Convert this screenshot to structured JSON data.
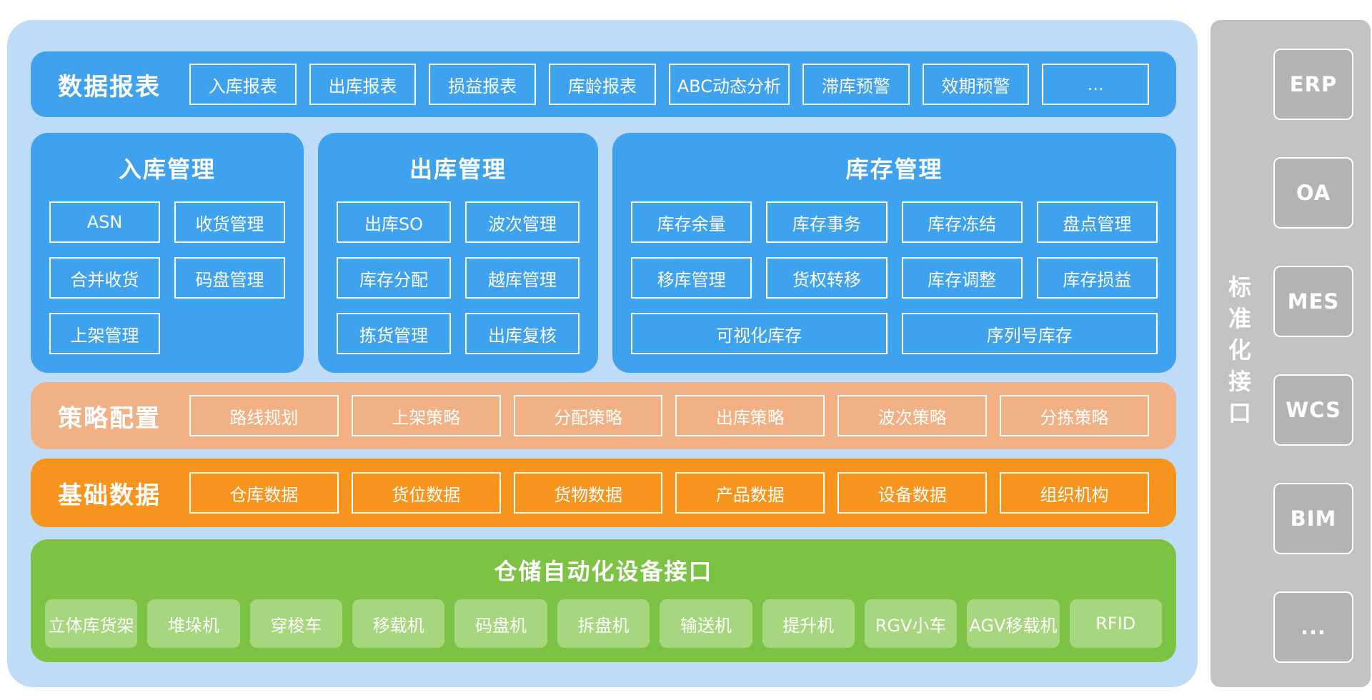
{
  "colors": {
    "container_bg": "#BEDCF8",
    "blue": "#3FA2EE",
    "peach": "#F2B085",
    "orange": "#F7941D",
    "green": "#7CC344",
    "green_box": "#A6D67D",
    "gray_panel": "#C2C2C2",
    "gray_box": "#B3B3B3",
    "text": "#FFFFFF"
  },
  "report_bar": {
    "label": "数据报表",
    "items": [
      "入库报表",
      "出库报表",
      "损益报表",
      "库龄报表",
      "ABC动态分析",
      "滞库预警",
      "效期预警",
      "..."
    ]
  },
  "modules": {
    "inbound": {
      "title": "入库管理",
      "items": [
        "ASN",
        "收货管理",
        "合并收货",
        "码盘管理",
        "上架管理"
      ]
    },
    "outbound": {
      "title": "出库管理",
      "items": [
        "出库SO",
        "波次管理",
        "库存分配",
        "越库管理",
        "拣货管理",
        "出库复核"
      ]
    },
    "inventory": {
      "title": "库存管理",
      "items": [
        "库存余量",
        "库存事务",
        "库存冻结",
        "盘点管理",
        "移库管理",
        "货权转移",
        "库存调整",
        "库存损益",
        "可视化库存",
        "序列号库存"
      ]
    }
  },
  "strategy_bar": {
    "label": "策略配置",
    "items": [
      "路线规划",
      "上架策略",
      "分配策略",
      "出库策略",
      "波次策略",
      "分拣策略"
    ]
  },
  "basedata_bar": {
    "label": "基础数据",
    "items": [
      "仓库数据",
      "货位数据",
      "货物数据",
      "产品数据",
      "设备数据",
      "组织机构"
    ]
  },
  "automation": {
    "title": "仓储自动化设备接口",
    "items": [
      "立体库货架",
      "堆垛机",
      "穿梭车",
      "移载机",
      "码盘机",
      "拆盘机",
      "输送机",
      "提升机",
      "RGV小车",
      "AGV移载机",
      "RFID"
    ]
  },
  "interface_panel": {
    "title": "标准化接口",
    "items": [
      "ERP",
      "OA",
      "MES",
      "WCS",
      "BIM",
      "..."
    ]
  }
}
